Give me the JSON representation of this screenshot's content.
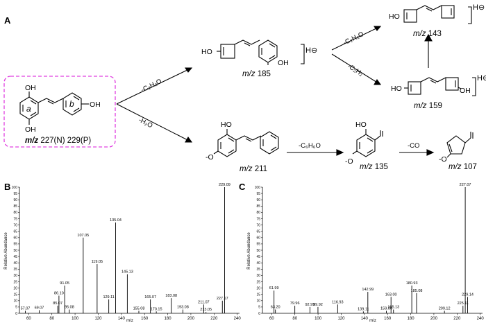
{
  "panels": {
    "a": "A",
    "b": "B",
    "c": "C"
  },
  "scheme": {
    "parent": {
      "hydroxyl_top": "OH",
      "hydroxyl_bottom": "OH",
      "hydroxyl_right": "OH",
      "ring_a": "a",
      "ring_b": "b",
      "mz_prefix": "m/z",
      "mz_text": " 227(N) 229(P)"
    },
    "ion185": {
      "hydroxyl_left": "HO",
      "hydroxyl_right": "OH",
      "mz_prefix": "m/z",
      "mz_value": " 185",
      "charge": "H⊖"
    },
    "ion143": {
      "hydroxyl": "HO",
      "mz_prefix": "m/z",
      "mz_value": " 143",
      "charge": "H⊖"
    },
    "ion159": {
      "hydroxyl_left": "HO",
      "hydroxyl_right": "OH",
      "mz_prefix": "m/z",
      "mz_value": " 159",
      "charge": "H⊖"
    },
    "ion211": {
      "hydroxyl": "HO",
      "oxide": "-O",
      "mz_prefix": "m/z",
      "mz_value": " 211"
    },
    "ion135": {
      "hydroxyl": "HO",
      "oxide": "-O",
      "mz_prefix": "m/z",
      "mz_value": " 135"
    },
    "ion107": {
      "oxide": "-O",
      "mz_prefix": "m/z",
      "mz_value": " 107"
    },
    "losses": {
      "c2h2o_first": "-C₂H₂O",
      "c2h2o_second": "-C₂H₂O",
      "c2h2": "-C₂H₂",
      "h2o": "-H₂O",
      "c6h6o": "-C₆H₆O",
      "co": "-CO"
    }
  },
  "chart_data": [
    {
      "type": "bar",
      "panel": "B",
      "ylabel": "Relative Abundance",
      "xlabel": "m/z",
      "xlim": [
        52,
        242
      ],
      "ylim": [
        0,
        100
      ],
      "xticks": [
        60,
        80,
        100,
        120,
        140,
        160,
        180,
        200,
        220,
        240
      ],
      "yticks": [
        0,
        5,
        10,
        15,
        20,
        25,
        30,
        35,
        40,
        45,
        50,
        55,
        60,
        65,
        70,
        75,
        80,
        85,
        90,
        95,
        100
      ],
      "peaks": [
        {
          "mz": 57.07,
          "ab": 2,
          "label": "57.07"
        },
        {
          "mz": 69.07,
          "ab": 2.5,
          "label": "69.07"
        },
        {
          "mz": 85.07,
          "ab": 6,
          "label": "85.07"
        },
        {
          "mz": 86.1,
          "ab": 14,
          "label": "86.10"
        },
        {
          "mz": 91.05,
          "ab": 22,
          "label": "91.05"
        },
        {
          "mz": 95.08,
          "ab": 3,
          "label": "95.08"
        },
        {
          "mz": 107.05,
          "ab": 60,
          "label": "107.05"
        },
        {
          "mz": 119.05,
          "ab": 39,
          "label": "119.05"
        },
        {
          "mz": 129.11,
          "ab": 11,
          "label": "129.11"
        },
        {
          "mz": 135.04,
          "ab": 72,
          "label": "135.04"
        },
        {
          "mz": 145.13,
          "ab": 31,
          "label": "145.13"
        },
        {
          "mz": 155.08,
          "ab": 2,
          "label": "155.08"
        },
        {
          "mz": 165.07,
          "ab": 11,
          "label": "165.07"
        },
        {
          "mz": 170.15,
          "ab": 1.5,
          "label": "170.15"
        },
        {
          "mz": 183.08,
          "ab": 12,
          "label": "183.08"
        },
        {
          "mz": 193.08,
          "ab": 3,
          "label": "193.08"
        },
        {
          "mz": 211.07,
          "ab": 7,
          "label": "211.07"
        },
        {
          "mz": 213.05,
          "ab": 1,
          "label": "213.05"
        },
        {
          "mz": 227.17,
          "ab": 10,
          "label": "227.17"
        },
        {
          "mz": 229.09,
          "ab": 100,
          "label": "229.09"
        }
      ]
    },
    {
      "type": "bar",
      "panel": "C",
      "ylabel": "Relative Abundance",
      "xlabel": "m/z",
      "xlim": [
        52,
        242
      ],
      "ylim": [
        0,
        100
      ],
      "xticks": [
        60,
        80,
        100,
        120,
        140,
        160,
        180,
        200,
        220,
        240
      ],
      "yticks": [
        0,
        5,
        10,
        15,
        20,
        25,
        30,
        35,
        40,
        45,
        50,
        55,
        60,
        65,
        70,
        75,
        80,
        85,
        90,
        95,
        100
      ],
      "peaks": [
        {
          "mz": 61.99,
          "ab": 18,
          "label": "61.99"
        },
        {
          "mz": 63.2,
          "ab": 3,
          "label": "63.20"
        },
        {
          "mz": 79.96,
          "ab": 6,
          "label": "79.96"
        },
        {
          "mz": 92.99,
          "ab": 5,
          "label": "92.99"
        },
        {
          "mz": 99.92,
          "ab": 5,
          "label": "99.92"
        },
        {
          "mz": 116.93,
          "ab": 7,
          "label": "116.93"
        },
        {
          "mz": 139.11,
          "ab": 1.5,
          "label": "139.11"
        },
        {
          "mz": 142.99,
          "ab": 17,
          "label": "142.99"
        },
        {
          "mz": 159.0,
          "ab": 2,
          "label": "159.00"
        },
        {
          "mz": 163.0,
          "ab": 13,
          "label": "163.00"
        },
        {
          "mz": 165.13,
          "ab": 3,
          "label": "165.13"
        },
        {
          "mz": 180.93,
          "ab": 22,
          "label": "180.93"
        },
        {
          "mz": 185.08,
          "ab": 16,
          "label": "185.08"
        },
        {
          "mz": 209.12,
          "ab": 2,
          "label": "209.12"
        },
        {
          "mz": 225.11,
          "ab": 6,
          "label": "225.11"
        },
        {
          "mz": 227.07,
          "ab": 100,
          "label": "227.07"
        },
        {
          "mz": 229.14,
          "ab": 13,
          "label": "229.14"
        }
      ]
    }
  ]
}
